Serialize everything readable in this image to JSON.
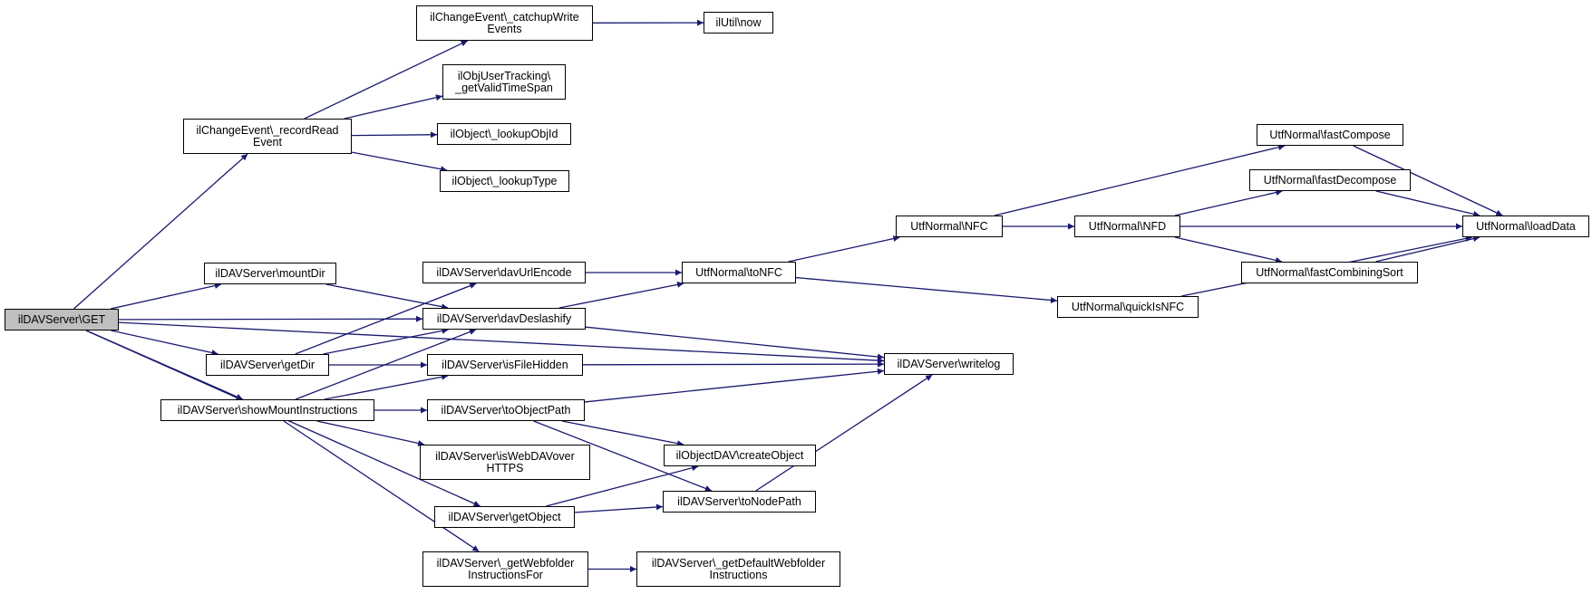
{
  "colors": {
    "edge": "#191970",
    "root_fill": "#bfbfbf",
    "node_fill": "#ffffff",
    "border": "#000000"
  },
  "nodes": {
    "get": "ilDAVServer\\GET",
    "record_read_event": "ilChangeEvent\\_recordRead\nEvent",
    "catchup_write_events": "ilChangeEvent\\_catchupWrite\nEvents",
    "util_now": "ilUtil\\now",
    "get_valid_time_span": "ilObjUserTracking\\\n_getValidTimeSpan",
    "lookup_obj_id": "ilObject\\_lookupObjId",
    "lookup_type": "ilObject\\_lookupType",
    "mount_dir": "ilDAVServer\\mountDir",
    "dav_url_encode": "ilDAVServer\\davUrlEncode",
    "dav_deslashify": "ilDAVServer\\davDeslashify",
    "get_dir": "ilDAVServer\\getDir",
    "is_file_hidden": "ilDAVServer\\isFileHidden",
    "show_mount_instructions": "ilDAVServer\\showMountInstructions",
    "to_object_path": "ilDAVServer\\toObjectPath",
    "is_webdav_over_https": "ilDAVServer\\isWebDAVover\nHTTPS",
    "get_object": "ilDAVServer\\getObject",
    "get_webfolder_instructions_for": "ilDAVServer\\_getWebfolder\nInstructionsFor",
    "get_default_webfolder_instructions": "ilDAVServer\\_getDefaultWebfolder\nInstructions",
    "to_nfc": "UtfNormal\\toNFC",
    "nfc": "UtfNormal\\NFC",
    "nfd": "UtfNormal\\NFD",
    "fast_compose": "UtfNormal\\fastCompose",
    "fast_decompose": "UtfNormal\\fastDecompose",
    "fast_combining_sort": "UtfNormal\\fastCombiningSort",
    "load_data": "UtfNormal\\loadData",
    "quick_is_nfc": "UtfNormal\\quickIsNFC",
    "writelog": "ilDAVServer\\writelog",
    "create_object": "ilObjectDAV\\createObject",
    "to_node_path": "ilDAVServer\\toNodePath"
  },
  "edges": [
    [
      "get",
      "record_read_event"
    ],
    [
      "get",
      "writelog"
    ],
    [
      "get",
      "mount_dir"
    ],
    [
      "get",
      "dav_deslashify"
    ],
    [
      "get",
      "get_dir"
    ],
    [
      "get",
      "show_mount_instructions"
    ],
    [
      "get",
      "get_object"
    ],
    [
      "record_read_event",
      "catchup_write_events"
    ],
    [
      "record_read_event",
      "get_valid_time_span"
    ],
    [
      "record_read_event",
      "lookup_obj_id"
    ],
    [
      "record_read_event",
      "lookup_type"
    ],
    [
      "catchup_write_events",
      "util_now"
    ],
    [
      "mount_dir",
      "dav_deslashify"
    ],
    [
      "get_dir",
      "dav_url_encode"
    ],
    [
      "get_dir",
      "dav_deslashify"
    ],
    [
      "get_dir",
      "is_file_hidden"
    ],
    [
      "show_mount_instructions",
      "dav_deslashify"
    ],
    [
      "show_mount_instructions",
      "is_file_hidden"
    ],
    [
      "show_mount_instructions",
      "to_object_path"
    ],
    [
      "show_mount_instructions",
      "is_webdav_over_https"
    ],
    [
      "show_mount_instructions",
      "get_webfolder_instructions_for"
    ],
    [
      "dav_url_encode",
      "to_nfc"
    ],
    [
      "dav_deslashify",
      "to_nfc"
    ],
    [
      "dav_deslashify",
      "writelog"
    ],
    [
      "is_file_hidden",
      "writelog"
    ],
    [
      "to_object_path",
      "writelog"
    ],
    [
      "to_object_path",
      "create_object"
    ],
    [
      "to_object_path",
      "to_node_path"
    ],
    [
      "get_object",
      "create_object"
    ],
    [
      "get_object",
      "to_node_path"
    ],
    [
      "to_node_path",
      "writelog"
    ],
    [
      "get_webfolder_instructions_for",
      "get_default_webfolder_instructions"
    ],
    [
      "to_nfc",
      "nfc"
    ],
    [
      "to_nfc",
      "quick_is_nfc"
    ],
    [
      "nfc",
      "fast_compose"
    ],
    [
      "nfc",
      "nfd"
    ],
    [
      "nfd",
      "fast_decompose"
    ],
    [
      "nfd",
      "load_data"
    ],
    [
      "nfd",
      "fast_combining_sort"
    ],
    [
      "fast_compose",
      "load_data"
    ],
    [
      "fast_decompose",
      "load_data"
    ],
    [
      "fast_combining_sort",
      "load_data"
    ],
    [
      "quick_is_nfc",
      "load_data"
    ]
  ]
}
